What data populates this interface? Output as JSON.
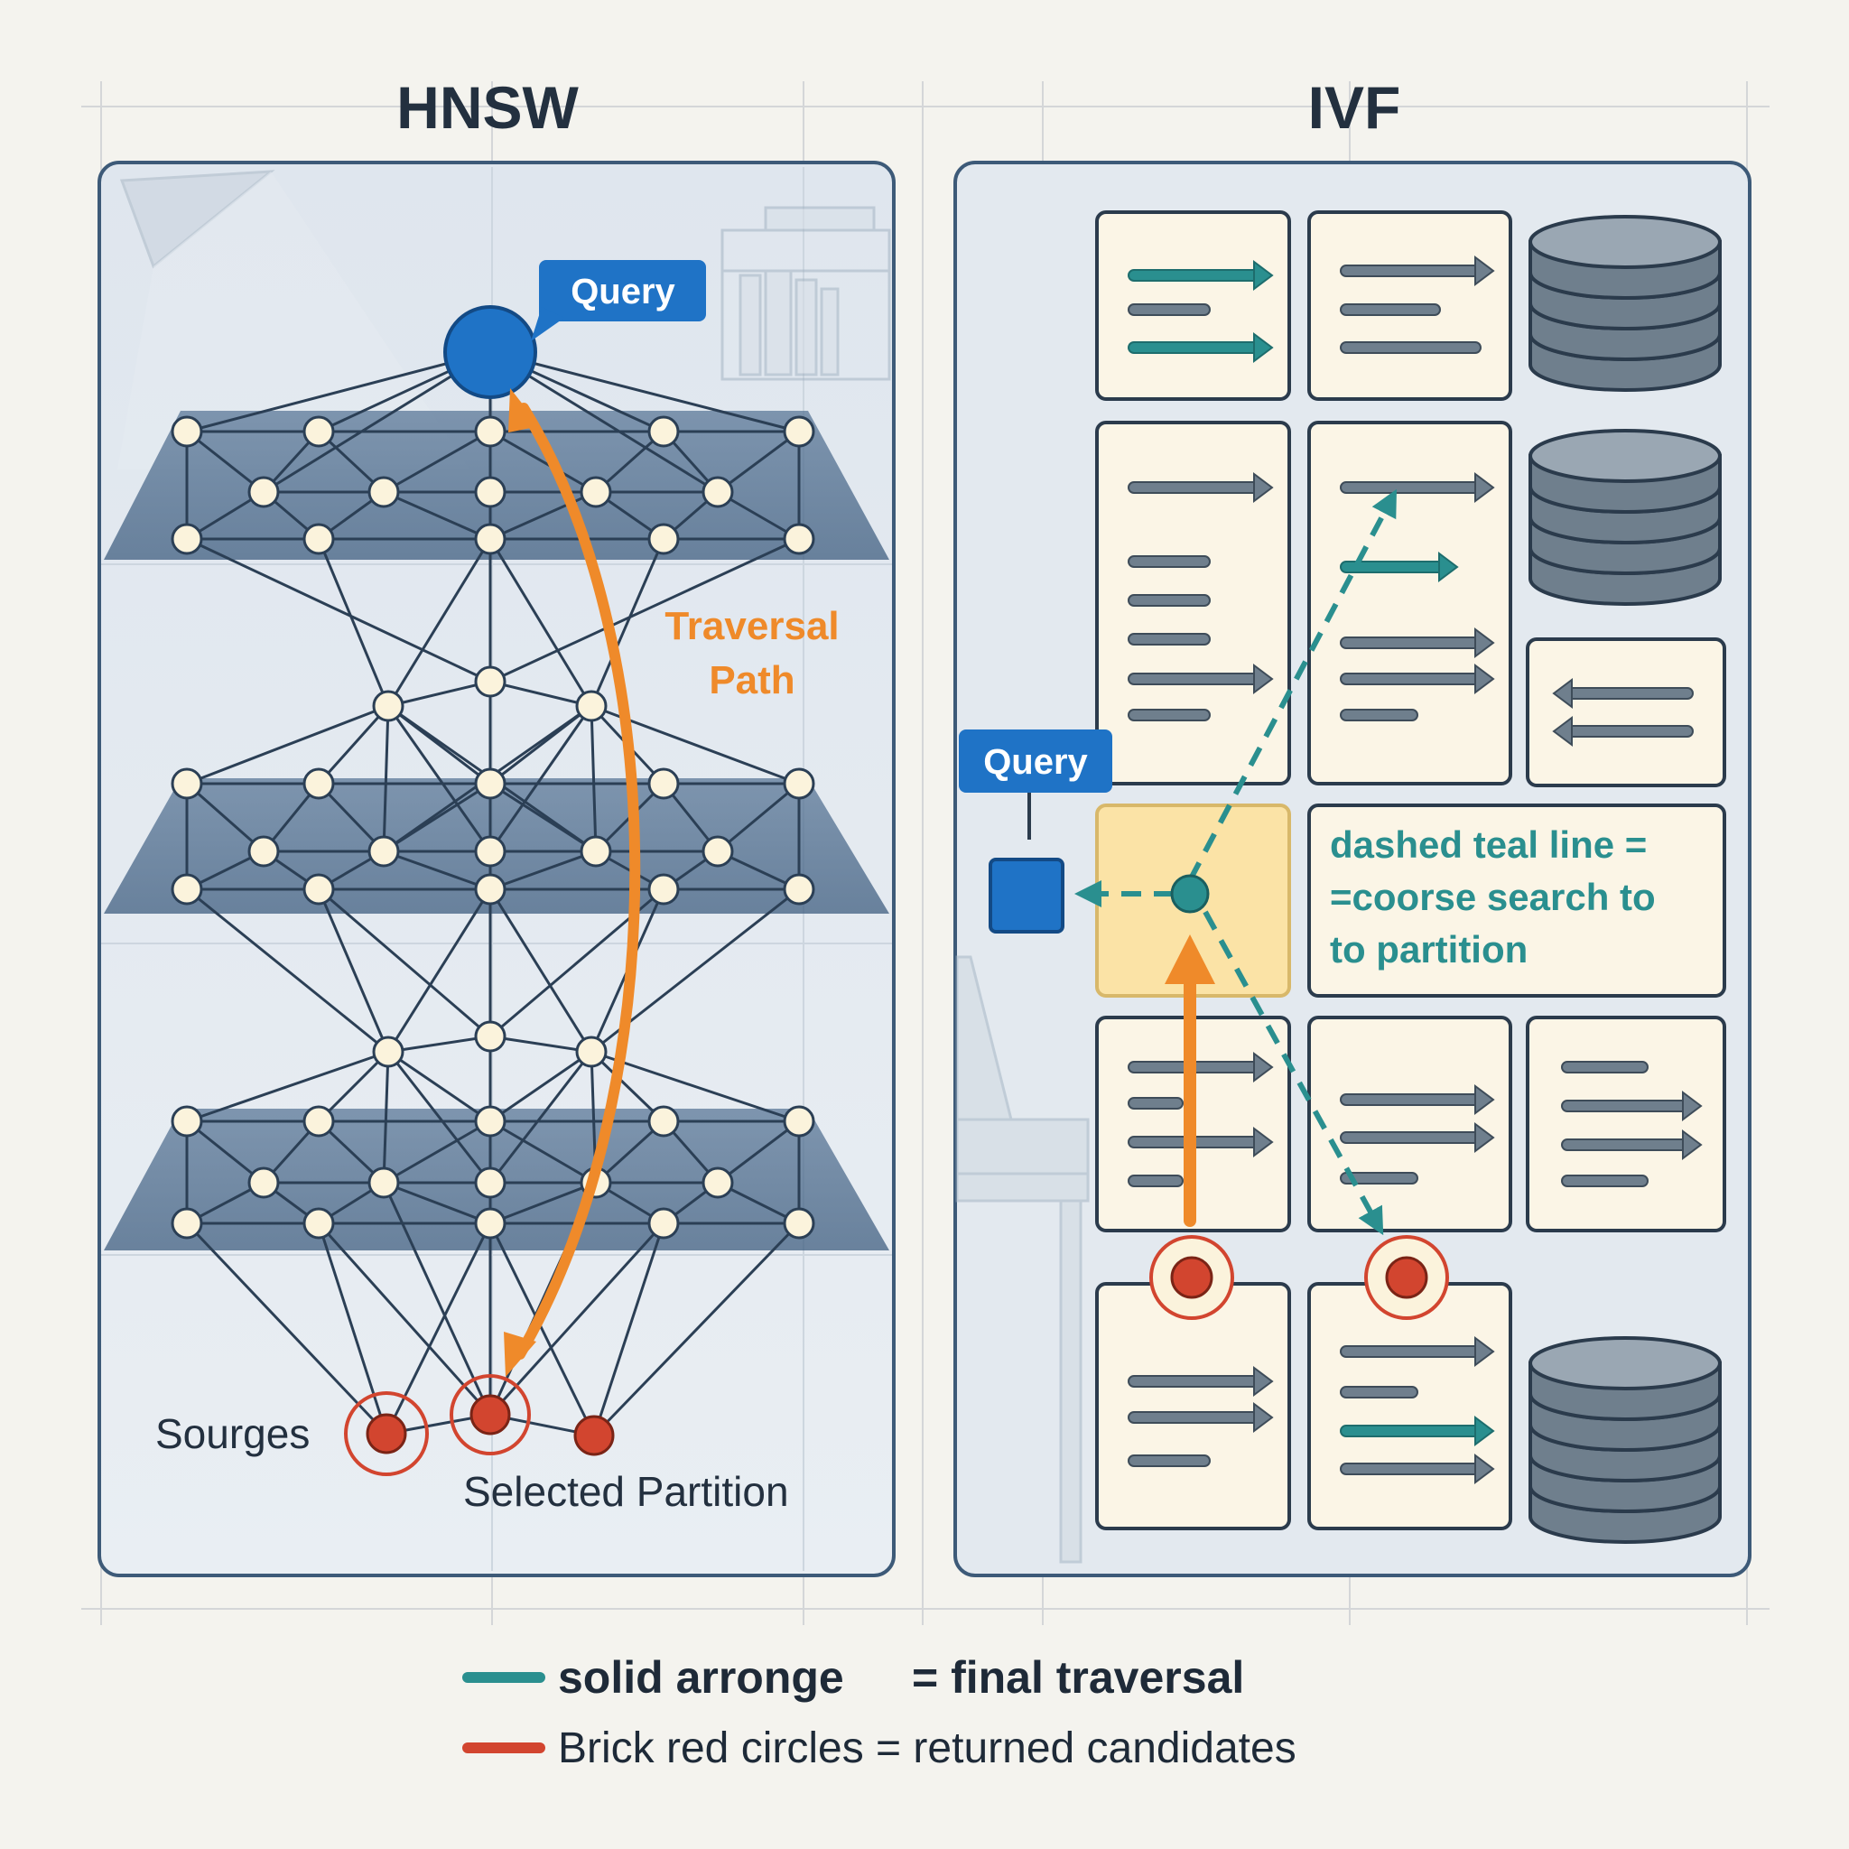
{
  "hnsw": {
    "title": "HNSW",
    "query_label": "Query",
    "path_label_line1": "Traversal",
    "path_label_line2": "Path",
    "sources_label": "Sourges",
    "selected_label": "Selected Partition"
  },
  "ivf": {
    "title": "IVF",
    "query_label": "Query",
    "note_line1": "dashed teal line =",
    "note_line2": "=coorse search to",
    "note_line3": "to partition"
  },
  "legend": {
    "teal_label": "solid arronge",
    "teal_meaning": "= final traversal",
    "red_text": "Brick red circles = returned candidates"
  },
  "colors": {
    "orange": "#ef8a2a",
    "teal": "#2a8f8f",
    "brick_red": "#d2452f",
    "query_blue": "#1f73c6",
    "slate": "#3d5a78",
    "node_fill": "#fbf3dc",
    "highlight": "#fbe3a6"
  }
}
